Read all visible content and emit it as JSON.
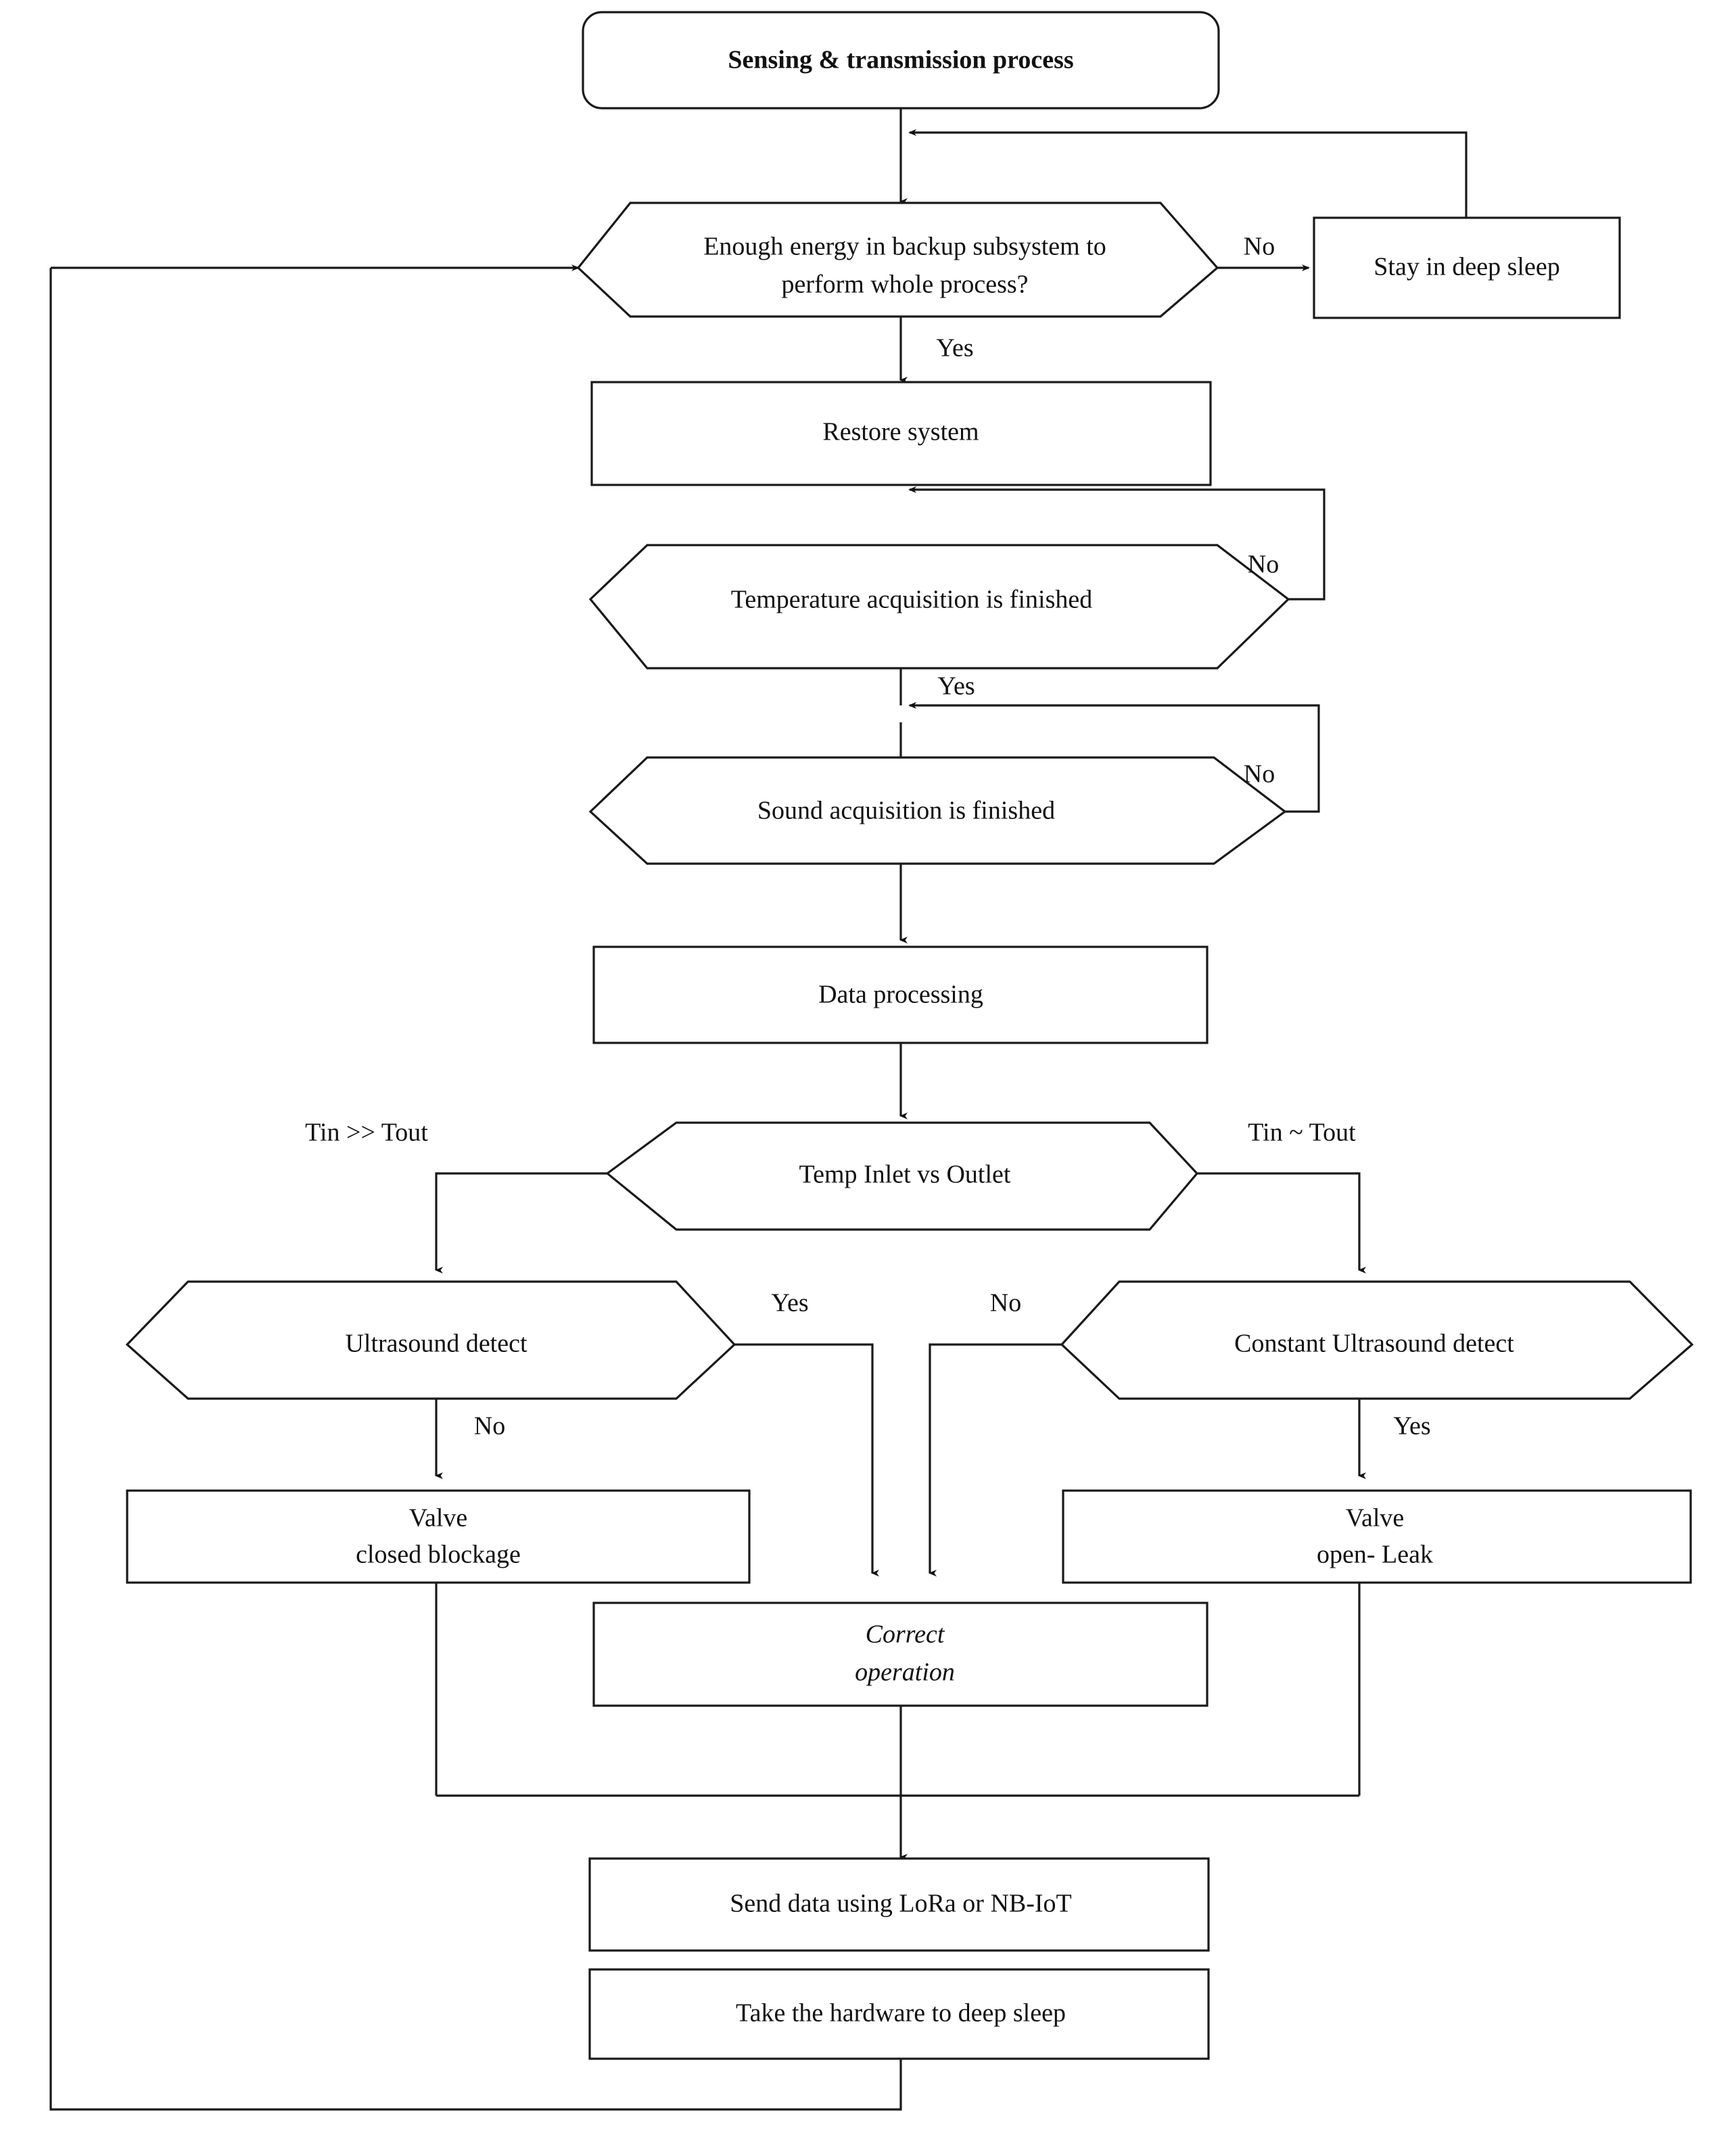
{
  "diagram": {
    "title": "Sensing & transmission process",
    "type": "flowchart",
    "orientation": "top-to-bottom",
    "background_color": "#ffffff",
    "line_color": "#1a1a1a",
    "text_color": "#111111"
  },
  "nodes": {
    "start": {
      "label": "Sensing & transmission process",
      "shape": "rounded-rectangle",
      "style": "bold"
    },
    "energy_check": {
      "label_line1": "Enough energy in backup subsystem to",
      "label_line2": "perform whole process?",
      "shape": "hexagon"
    },
    "deep_sleep": {
      "label": "Stay in deep sleep",
      "shape": "rectangle"
    },
    "restore": {
      "label": "Restore system",
      "shape": "rectangle"
    },
    "temp_acq": {
      "label": "Temperature acquisition is finished",
      "shape": "hexagon"
    },
    "sound_acq": {
      "label": "Sound acquisition is finished",
      "shape": "hexagon"
    },
    "data_proc": {
      "label": "Data processing",
      "shape": "rectangle"
    },
    "temp_compare": {
      "label": "Temp Inlet vs Outlet",
      "shape": "hexagon"
    },
    "ultrasound": {
      "label": "Ultrasound detect",
      "shape": "hexagon"
    },
    "constant_ultrasound": {
      "label": "Constant Ultrasound detect",
      "shape": "hexagon"
    },
    "valve_closed": {
      "label_line1": "Valve",
      "label_line2": "closed blockage",
      "shape": "rectangle"
    },
    "valve_open": {
      "label_line1": "Valve",
      "label_line2": "open- Leak",
      "shape": "rectangle"
    },
    "correct_operation": {
      "label_line1": "Correct",
      "label_line2": "operation",
      "shape": "rectangle",
      "style": "italic"
    },
    "send_data": {
      "label": "Send data using LoRa or NB-IoT",
      "shape": "rectangle"
    },
    "take_sleep": {
      "label": "Take the hardware to deep sleep",
      "shape": "rectangle"
    }
  },
  "edge_labels": {
    "energy_no": "No",
    "energy_yes": "Yes",
    "temp_no": "No",
    "temp_yes": "Yes",
    "sound_no": "No",
    "tin_much_greater": "Tin >> Tout",
    "tin_approx": "Tin ~ Tout",
    "ultrasound_yes": "Yes",
    "ultrasound_no": "No",
    "constant_no": "No",
    "constant_yes": "Yes"
  }
}
